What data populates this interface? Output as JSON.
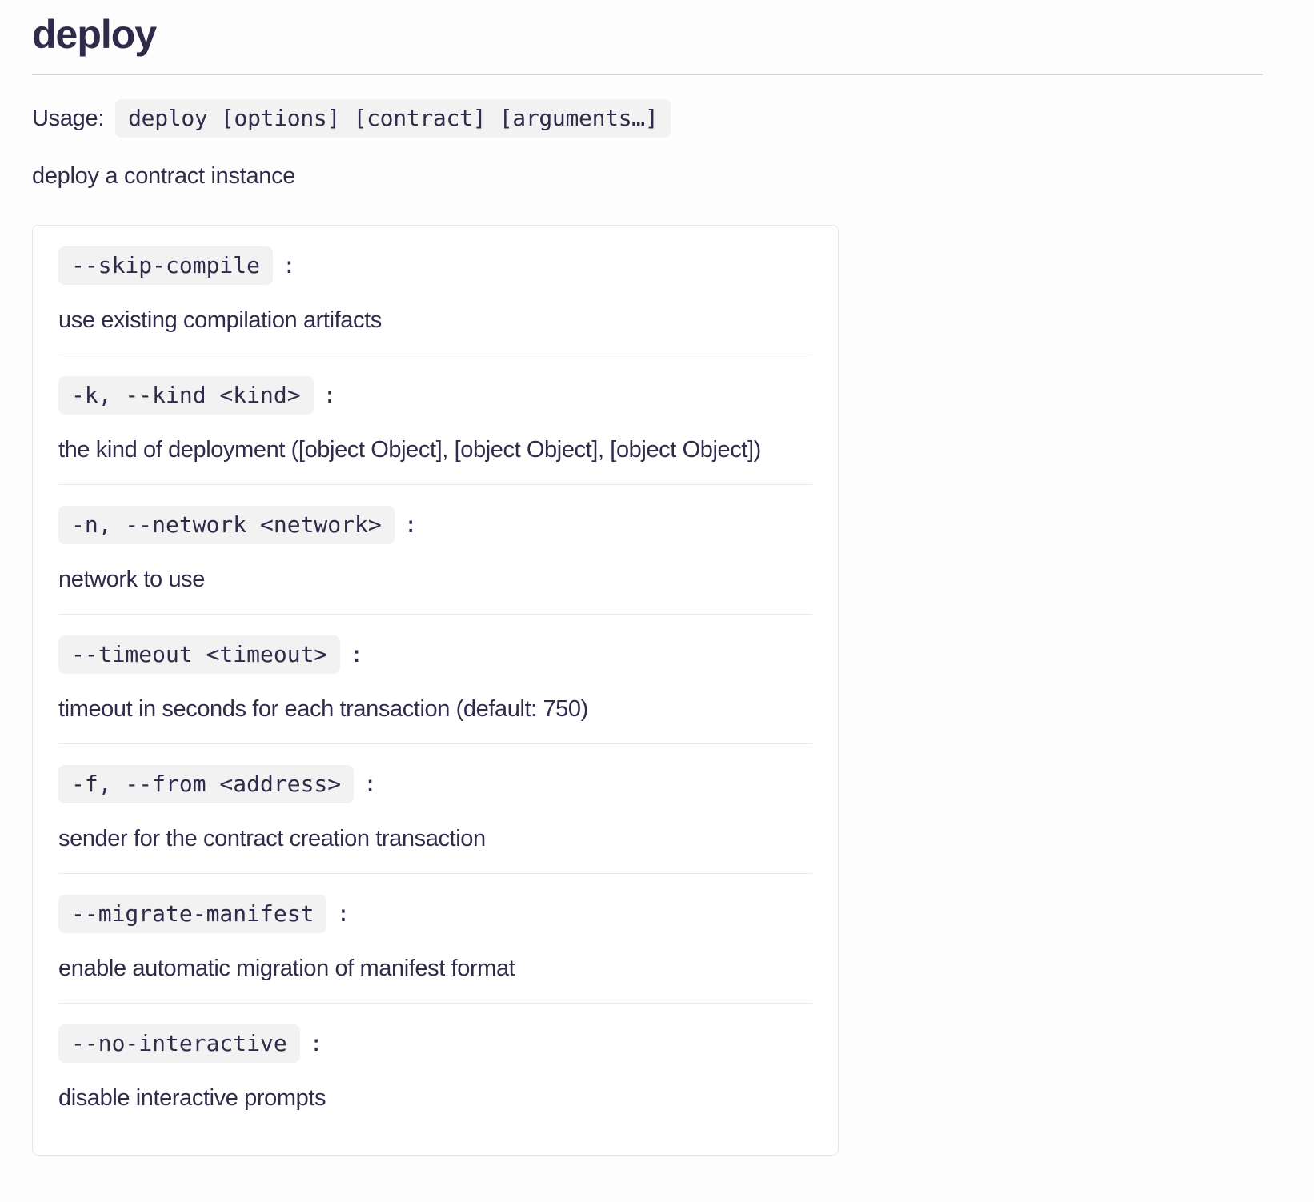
{
  "page": {
    "title": "deploy",
    "usage_label": "Usage:",
    "usage_command": "deploy [options] [contract] [arguments…]",
    "description": "deploy a contract instance",
    "colon": ":"
  },
  "options": [
    {
      "flag": "--skip-compile",
      "description": "use existing compilation artifacts"
    },
    {
      "flag": "-k, --kind <kind>",
      "description": "the kind of deployment ([object Object], [object Object], [object Object])"
    },
    {
      "flag": "-n, --network <network>",
      "description": "network to use"
    },
    {
      "flag": "--timeout <timeout>",
      "description": "timeout in seconds for each transaction (default: 750)"
    },
    {
      "flag": "-f, --from <address>",
      "description": "sender for the contract creation transaction"
    },
    {
      "flag": "--migrate-manifest",
      "description": "enable automatic migration of manifest format"
    },
    {
      "flag": "--no-interactive",
      "description": "disable interactive prompts"
    }
  ],
  "colors": {
    "text": "#2e2c4a",
    "chip_background": "#f2f2f3",
    "card_background": "#ffffff",
    "card_border": "#e7e7e9",
    "divider": "#e9e9eb",
    "title_rule": "#d5d5d8",
    "page_background": "#fdfdfd"
  }
}
